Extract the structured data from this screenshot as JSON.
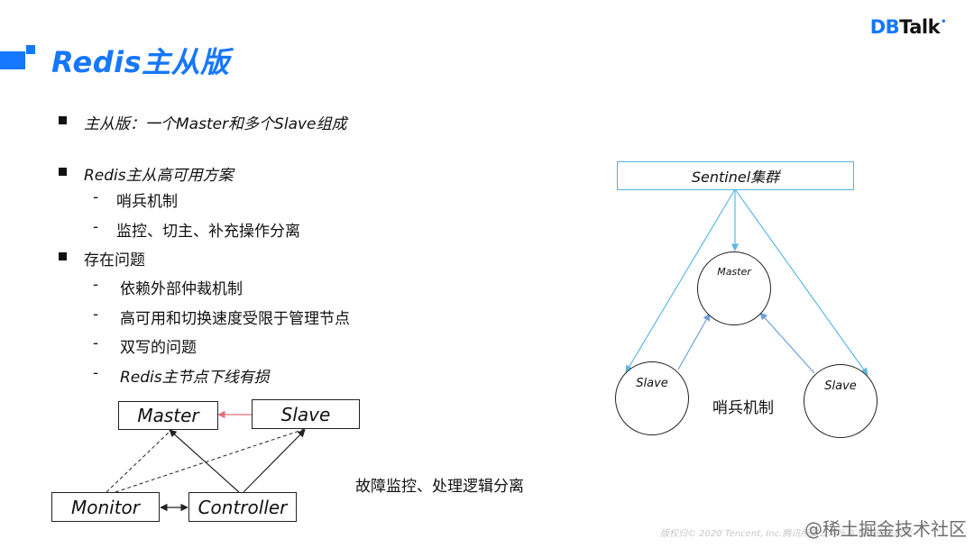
{
  "header": {
    "title": "Redis主从版",
    "logo": {
      "part1": "DB",
      "part2": "Talk",
      "dot": "•"
    },
    "accent_color": "#1677ff"
  },
  "content": {
    "bullet1": "主从版：一个Master和多个Slave组成",
    "bullet2": "Redis主从高可用方案",
    "bullet2_subs": [
      "哨兵机制",
      "监控、切主、补充操作分离"
    ],
    "bullet3": "存在问题",
    "bullet3_subs": [
      "依赖外部仲裁机制",
      "高可用和切换速度受限于管理节点",
      "双写的问题",
      "Redis主节点下线有损"
    ],
    "dash_char": "-"
  },
  "left_diagram": {
    "master": "Master",
    "slave": "Slave",
    "monitor": "Monitor",
    "controller": "Controller",
    "note": "故障监控、处理逻辑分离",
    "red_arrow_color": "#e0707a"
  },
  "right_diagram": {
    "sentinel": "Sentinel集群",
    "master": "Master",
    "slave_left": "Slave",
    "slave_right": "Slave",
    "note": "哨兵机制",
    "line_color": "#5fb8e3",
    "arrow_color": "#6f9fd8"
  },
  "footer": {
    "watermark": "@稀土掘金技术社区",
    "copyright": "版权归© 2020 Tencent, Inc.腾讯所属公司所有 保留所有权利"
  }
}
